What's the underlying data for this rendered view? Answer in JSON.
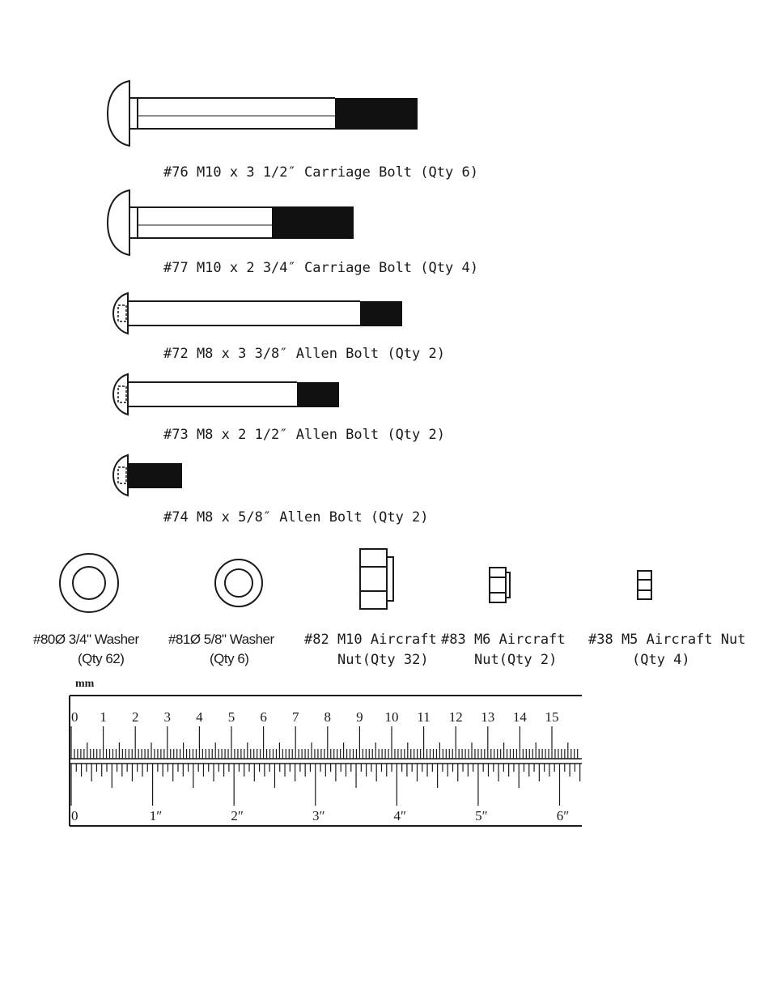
{
  "bolts": [
    {
      "label": "#76 M10 x 3 1/2″ Carriage Bolt (Qty 6)",
      "type": "carriage-bolt"
    },
    {
      "label": "#77 M10 x 2 3/4″ Carriage Bolt (Qty 4)",
      "type": "carriage-bolt"
    },
    {
      "label": "#72 M8 x 3 3/8″ Allen Bolt (Qty 2)",
      "type": "allen-bolt"
    },
    {
      "label": "#73 M8 x 2 1/2″ Allen Bolt (Qty 2)",
      "type": "allen-bolt"
    },
    {
      "label": "#74 M8 x 5/8″ Allen Bolt (Qty 2)",
      "type": "allen-bolt"
    }
  ],
  "parts": [
    {
      "line1": "#80Ø 3/4\" Washer",
      "line2": "(Qty 62)",
      "type": "washer"
    },
    {
      "line1": "#81Ø 5/8\" Washer",
      "line2": "(Qty 6)",
      "type": "washer"
    },
    {
      "line1": "#82 M10 Aircraft",
      "line2": "Nut(Qty 32)",
      "type": "nut"
    },
    {
      "line1": "#83 M6 Aircraft",
      "line2": "Nut(Qty 2)",
      "type": "nut"
    },
    {
      "line1": "#38 M5 Aircraft Nut",
      "line2": "(Qty 4)",
      "type": "nut"
    }
  ],
  "ruler": {
    "unit_label": "mm",
    "cm_labels": [
      "0",
      "1",
      "2",
      "3",
      "4",
      "5",
      "6",
      "7",
      "8",
      "9",
      "10",
      "11",
      "12",
      "13",
      "14",
      "15"
    ],
    "inch_labels": [
      "0",
      "1″",
      "2″",
      "3″",
      "4″",
      "5″",
      "6″"
    ]
  }
}
